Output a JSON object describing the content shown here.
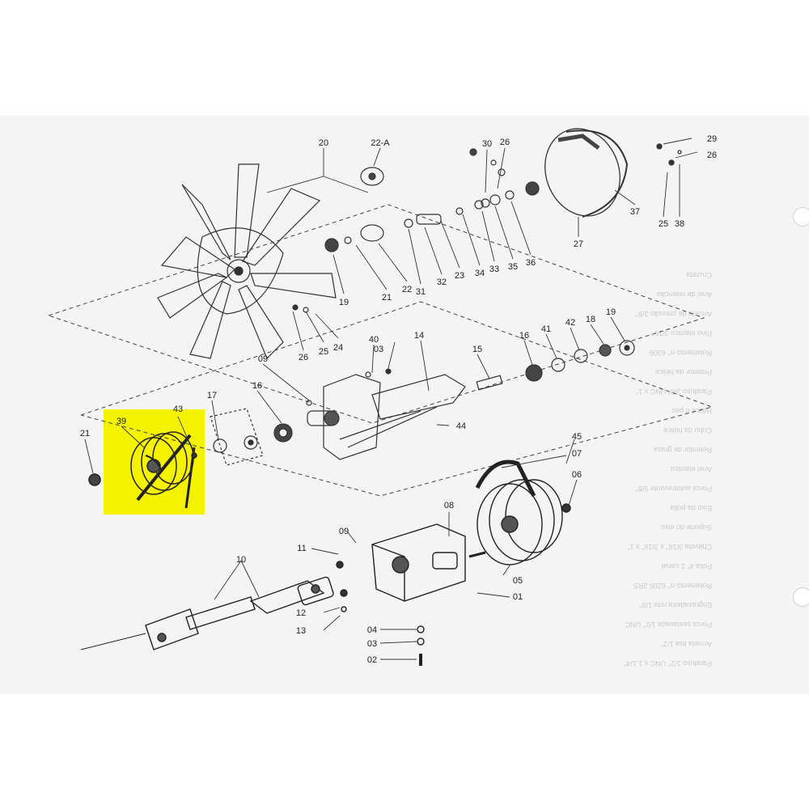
{
  "highlight_color": "#f5f200",
  "callouts": {
    "c20": "20",
    "c22a": "22-A",
    "c30": "30",
    "c26a": "26",
    "c29": "29",
    "c26b": "26",
    "c37": "37",
    "c25a": "25",
    "c38": "38",
    "c27": "27",
    "c19a": "19",
    "c21a": "21",
    "c22": "22",
    "c31": "31",
    "c32": "32",
    "c23": "23",
    "c34": "34",
    "c33": "33",
    "c35": "35",
    "c36": "36",
    "c26c": "26",
    "c25b": "25",
    "c24": "24",
    "c40": "40",
    "c03a": "03",
    "c14": "14",
    "c09a": "09",
    "c16a": "16",
    "c17": "17",
    "c43": "43",
    "c39": "39",
    "c21b": "21",
    "c15": "15",
    "c16b": "16",
    "c41": "41",
    "c42": "42",
    "c18": "18",
    "c19b": "19",
    "c44": "44",
    "c45": "45",
    "c07": "07",
    "c06": "06",
    "c08": "08",
    "c09b": "09",
    "c11": "11",
    "c10": "10",
    "c12": "12",
    "c13": "13",
    "c05": "05",
    "c01": "01",
    "c04": "04",
    "c03b": "03",
    "c02": "02"
  },
  "parts_list_rows": [
    "Parafuso 1/2\" UNC x 1.1/4\"",
    "Arruela lisa 1/2\"",
    "Porca sextavada 1/2\" UNC",
    "Engraxadeira reta 1/8\"",
    "Rolamento n° 6205 2RS",
    "Polia 4\" 1 canal",
    "Chaveta 3/16\" x 3/16\" x 1\"",
    "Suporte do eixo",
    "Eixo da polia",
    "Porca autotravante 5/8\"",
    "Anel elástico",
    "Retentor de graxa",
    "Cubo da hélice",
    "Hélice 8 pás",
    "Parafuso 3/8\" UNC x 1\"",
    "Protetor da hélice",
    "Rolamento n° 6306",
    "Pino elástico 3/16\"",
    "Arruela de pressão 3/8\"",
    "Anel de retenção",
    "Cruzeta"
  ]
}
